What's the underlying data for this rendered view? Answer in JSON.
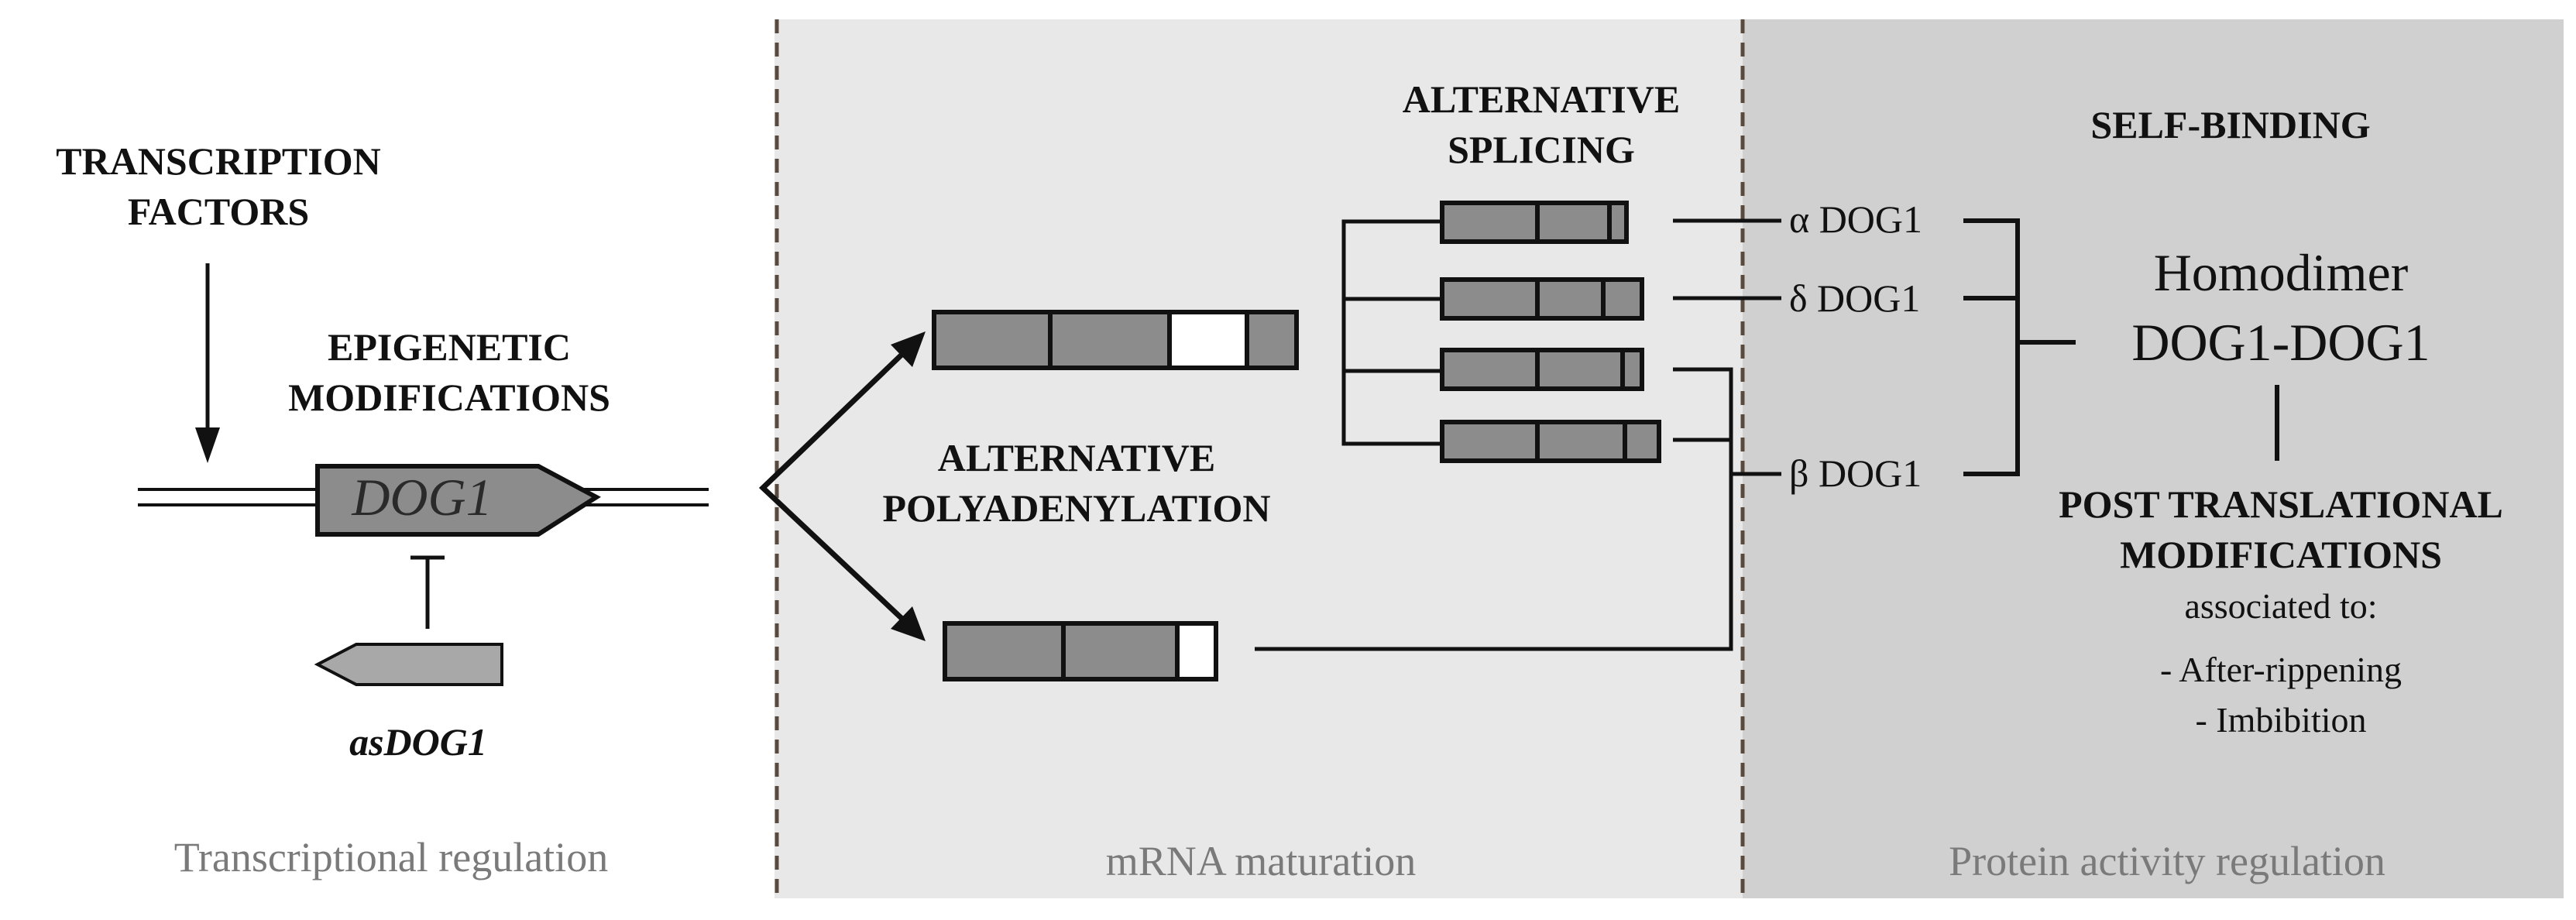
{
  "panels": {
    "transcription": {
      "caption": "Transcriptional regulation",
      "transcription_factors": [
        "TRANSCRIPTION",
        "FACTORS"
      ],
      "epigenetic": [
        "EPIGENETIC",
        "MODIFICATIONS"
      ],
      "gene_label": "DOG1",
      "antisense_label": "asDOG1"
    },
    "mrna": {
      "caption": "mRNA maturation",
      "polyadenylation": [
        "ALTERNATIVE",
        "POLYADENYLATION"
      ],
      "splicing": [
        "ALTERNATIVE",
        "SPLICING"
      ]
    },
    "protein": {
      "caption": "Protein activity regulation",
      "self_binding": "SELF-BINDING",
      "isoforms": [
        "α DOG1",
        "δ DOG1",
        "β DOG1"
      ],
      "homodimer": [
        "Homodimer",
        "DOG1-DOG1"
      ],
      "ptm": [
        "POST TRANSLATIONAL",
        "MODIFICATIONS"
      ],
      "associated": "associated to:",
      "conditions": [
        "- After-rippening",
        "- Imbibition"
      ]
    }
  },
  "colors": {
    "panel_mid": "#e8e8e8",
    "panel_right": "#d0d0d0",
    "exon": "#8c8c8c",
    "antisense": "#a8a8a8",
    "divider": "#5a4a3e",
    "line": "#111111",
    "caption": "#7a7a7a"
  }
}
